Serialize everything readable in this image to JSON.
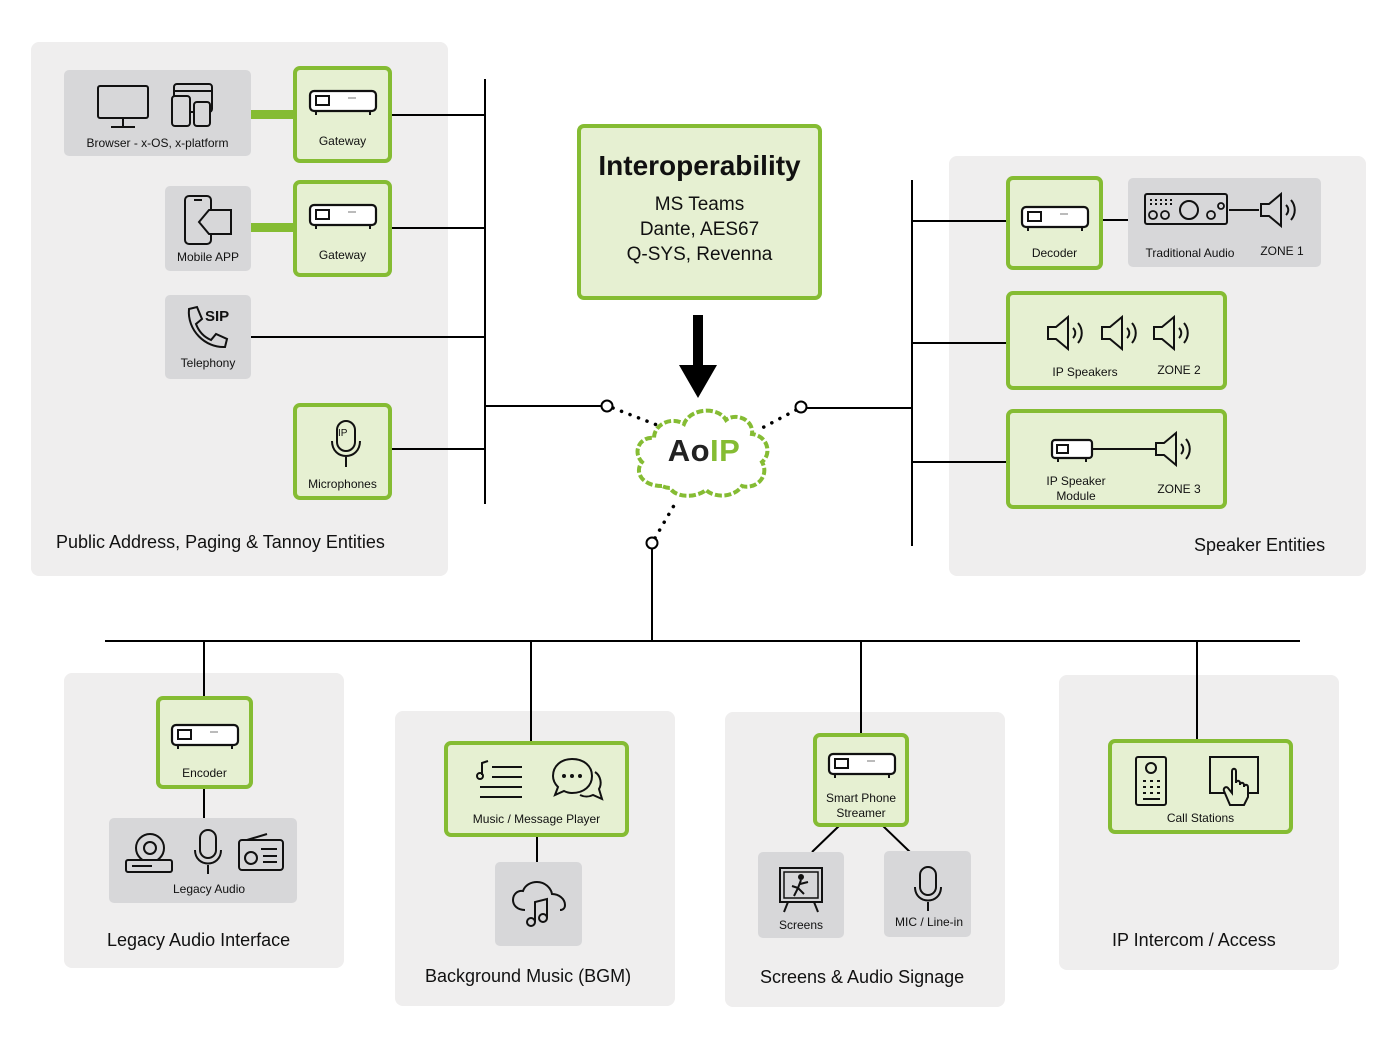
{
  "interop": {
    "title": "Interoperability",
    "lines": [
      "MS Teams",
      "Dante, AES67",
      "Q-SYS, Revenna"
    ]
  },
  "cloud": {
    "prefix": "Ao",
    "suffix": "IP"
  },
  "colors": {
    "accent": "#85bc33",
    "accent_fill": "#e6f0d2",
    "panel": "#efeeee",
    "gray_box": "#d7d7d9"
  },
  "pa": {
    "title": "Public Address, Paging & Tannoy Entities",
    "browser": "Browser - x-OS, x-platform",
    "gateway1": "Gateway",
    "mobile": "Mobile APP",
    "gateway2": "Gateway",
    "telephony": "Telephony",
    "sip_text": "SIP",
    "microphones": "Microphones",
    "mic_ip": "IP"
  },
  "speaker": {
    "title": "Speaker Entities",
    "decoder": "Decoder",
    "traditional": "Traditional Audio",
    "zone1": "ZONE 1",
    "ip_speakers": "IP Speakers",
    "zone2": "ZONE 2",
    "module_line1": "IP Speaker",
    "module_line2": "Module",
    "zone3": "ZONE 3"
  },
  "legacy": {
    "title": "Legacy Audio Interface",
    "encoder": "Encoder",
    "legacy_audio": "Legacy Audio"
  },
  "bgm": {
    "title": "Background Music (BGM)",
    "player": "Music / Message Player"
  },
  "signage": {
    "title": "Screens & Audio Signage",
    "streamer_line1": "Smart Phone",
    "streamer_line2": "Streamer",
    "screens": "Screens",
    "mic": "MIC / Line-in"
  },
  "intercom": {
    "title": "IP Intercom / Access",
    "call": "Call Stations"
  }
}
